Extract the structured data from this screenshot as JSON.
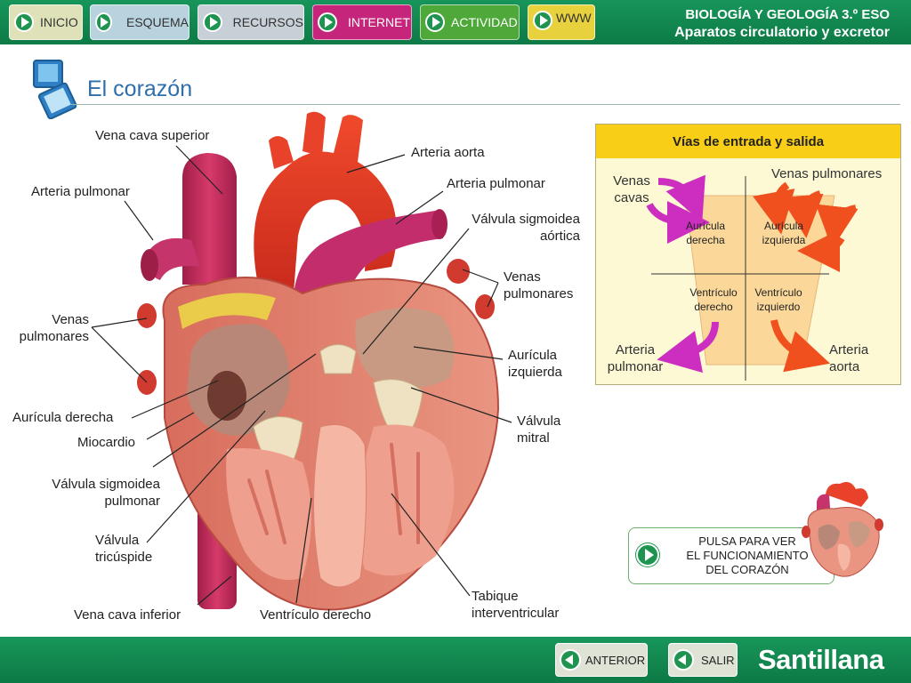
{
  "nav": {
    "inicio": "INICIO",
    "esquema": "ESQUEMA",
    "recursos": "RECURSOS",
    "internet": "INTERNET",
    "actividad": "ACTIVIDAD",
    "www": "WWW"
  },
  "header": {
    "course": "BIOLOGÍA Y GEOLOGÍA 3.º ESO",
    "unit": "Aparatos circulatorio y excretor"
  },
  "page": {
    "title": "El corazón"
  },
  "heart_labels": {
    "vena_cava_superior": "Vena cava superior",
    "arteria_pulmonar_left": "Arteria pulmonar",
    "venas_pulmonares_left_1": "Venas",
    "venas_pulmonares_left_2": "pulmonares",
    "auricula_derecha": "Aurícula derecha",
    "miocardio": "Miocardio",
    "valvula_sigmoidea_pulmonar_1": "Válvula sigmoidea",
    "valvula_sigmoidea_pulmonar_2": "pulmonar",
    "valvula_tricuspide_1": "Válvula",
    "valvula_tricuspide_2": "tricúspide",
    "vena_cava_inferior": "Vena cava inferior",
    "ventriculo_derecho": "Ventrículo derecho",
    "tabique_1": "Tabique",
    "tabique_2": "interventricular",
    "arteria_aorta": "Arteria aorta",
    "arteria_pulmonar_right": "Arteria pulmonar",
    "valvula_sigmoidea_aortica_1": "Válvula sigmoidea",
    "valvula_sigmoidea_aortica_2": "aórtica",
    "venas_pulmonares_right_1": "Venas",
    "venas_pulmonares_right_2": "pulmonares",
    "auricula_izquierda_1": "Aurícula",
    "auricula_izquierda_2": "izquierda",
    "valvula_mitral_1": "Válvula",
    "valvula_mitral_2": "mitral"
  },
  "panel": {
    "title": "Vías de entrada y salida",
    "venas_cavas_1": "Venas",
    "venas_cavas_2": "cavas",
    "venas_pulmonares": "Venas pulmonares",
    "auricula_derecha_1": "Aurícula",
    "auricula_derecha_2": "derecha",
    "auricula_izquierda_1": "Aurícula",
    "auricula_izquierda_2": "izquierda",
    "ventriculo_derecho_1": "Ventrículo",
    "ventriculo_derecho_2": "derecho",
    "ventriculo_izquierdo_1": "Ventrículo",
    "ventriculo_izquierdo_2": "izquierdo",
    "arteria_pulmonar_1": "Arteria",
    "arteria_pulmonar_2": "pulmonar",
    "arteria_aorta_1": "Arteria",
    "arteria_aorta_2": "aorta",
    "colors": {
      "venous": "#cc2ec0",
      "arterial": "#f0501e",
      "chamber": "#fbd89a",
      "header": "#f9ce16"
    }
  },
  "pulse": {
    "line1": "PULSA PARA VER",
    "line2": "EL FUNCIONAMIENTO",
    "line3": "DEL CORAZÓN"
  },
  "footer": {
    "anterior": "ANTERIOR",
    "salir": "SALIR",
    "brand": "Santillana"
  },
  "icons": [
    "play-icon",
    "back-icon",
    "book-icon",
    "heart-thumbnail-icon"
  ]
}
